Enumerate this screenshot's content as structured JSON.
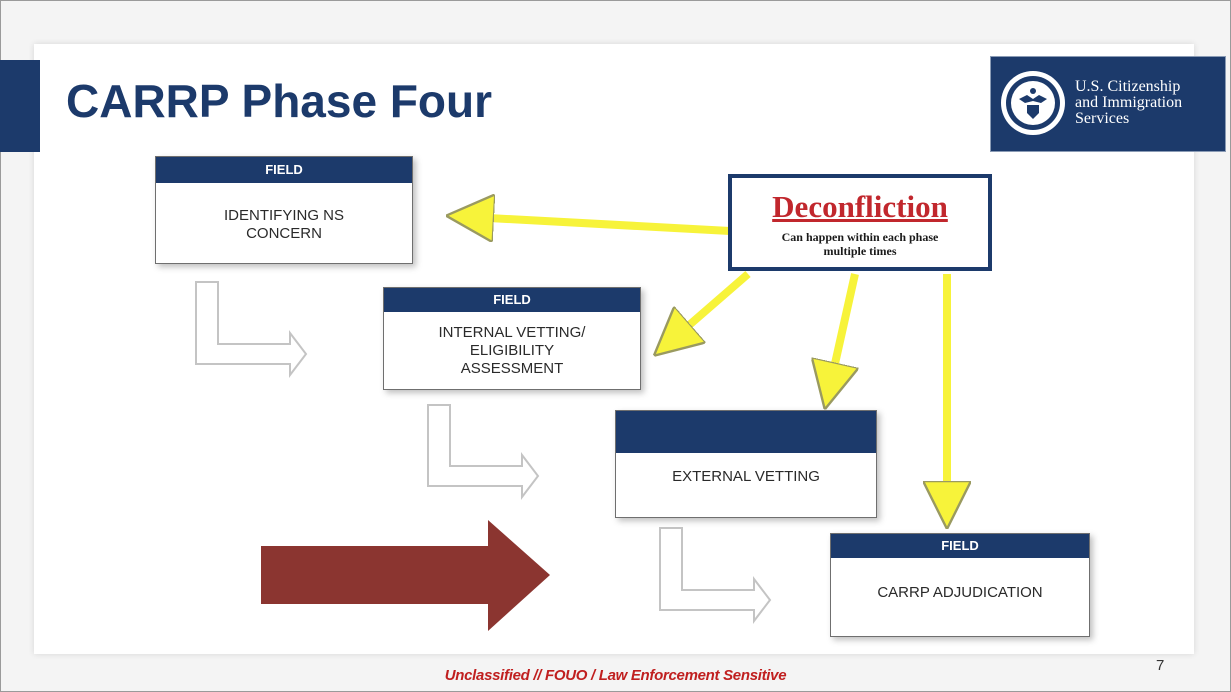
{
  "slide": {
    "title": "CARRP Phase Four",
    "page_number": "7",
    "footer": "Unclassified // FOUO / Law Enforcement Sensitive"
  },
  "agency": {
    "name_line1": "U.S. Citizenship",
    "name_line2": "and Immigration",
    "name_line3": "Services",
    "seal_icon": "dhs-seal-icon"
  },
  "phases": [
    {
      "header": "FIELD",
      "line1": "IDENTIFYING NS",
      "line2": "CONCERN"
    },
    {
      "header": "FIELD",
      "line1": "INTERNAL VETTING/",
      "line2": "ELIGIBILITY",
      "line3": "ASSESSMENT"
    },
    {
      "header": "",
      "line1": "EXTERNAL VETTING"
    },
    {
      "header": "FIELD",
      "line1": "CARRP ADJUDICATION"
    }
  ],
  "deconfliction": {
    "title": "Deconfliction",
    "note_line1": "Can happen within each phase",
    "note_line2": "multiple times"
  },
  "current_phase_indicator": "CARRP ADJUDICATION",
  "colors": {
    "navy": "#1c3a6b",
    "arrow_yellow": "#f7f33a",
    "big_arrow": "#8b3530",
    "deconfliction_red": "#c1272d",
    "footer_red": "#c01f1f"
  }
}
